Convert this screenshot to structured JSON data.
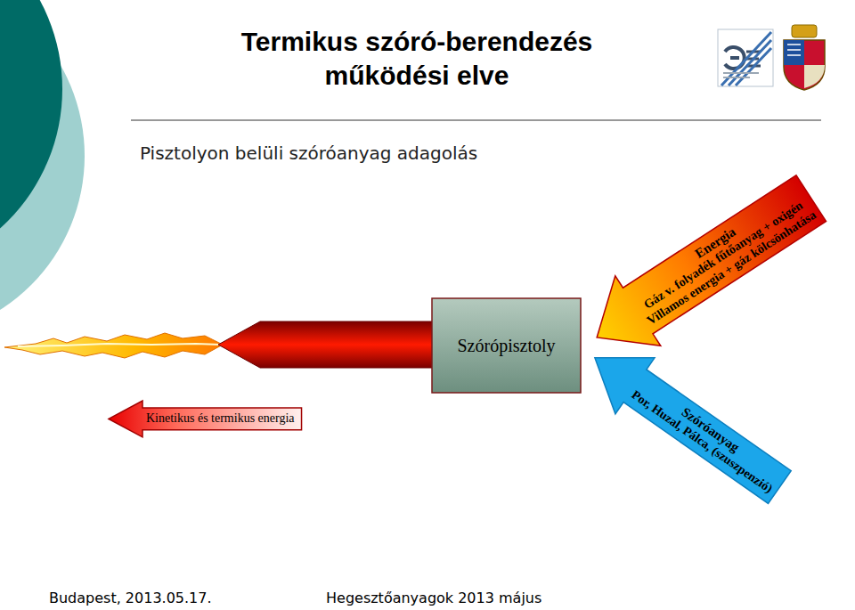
{
  "diagram": {
    "title": "Termikus szóró-berendezés működési elve",
    "nodes": [
      {
        "text": [
          "Energia",
          "Gáz v. folyadék fűtőanyag + oxigén",
          "Villamos energia + gáz kölcsönhatása"
        ]
      },
      {
        "text": [
          "Szórópisztoly"
        ]
      },
      {
        "text": [
          "Kinetikus és termikus energia"
        ]
      },
      {
        "text": [
          "Szóróanyag",
          "Por, Huzal, Pálca, (szuszpenzió)"
        ]
      }
    ],
    "labels": [
      "Pisztolyon belüli szóróanyag adagolás",
      "Budapest, 2013.05.17.",
      "Hegesztőanyagok 2013 május"
    ]
  }
}
